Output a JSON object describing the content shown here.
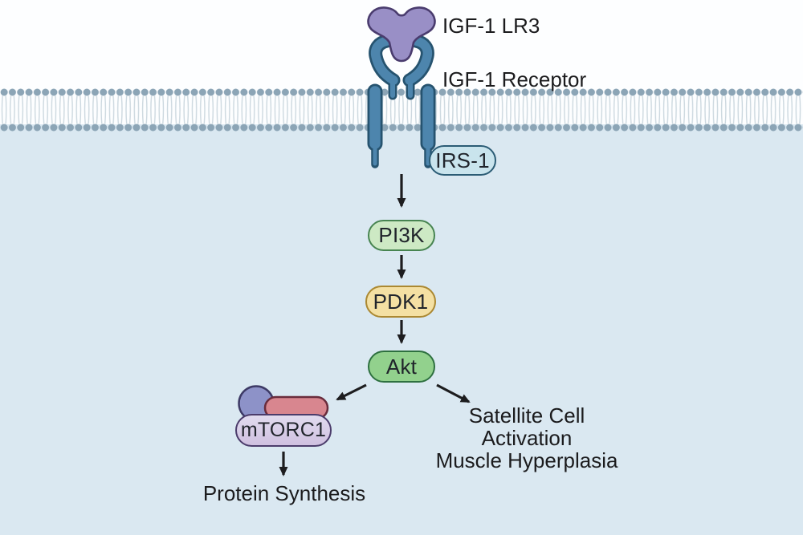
{
  "diagram": {
    "labels": {
      "ligand": "IGF-1 LR3",
      "receptor": "IGF-1 Receptor"
    },
    "nodes": {
      "irs1": "IRS-1",
      "pi3k": "PI3K",
      "pdk1": "PDK1",
      "akt": "Akt",
      "mtorc1": "mTORC1"
    },
    "outcomes": {
      "satellite_line1": "Satellite Cell",
      "satellite_line2": "Activation",
      "satellite_line3": "Muscle Hyperplasia",
      "protein_synthesis": "Protein Synthesis"
    },
    "edges": [
      {
        "from": "IGF-1 Receptor / IRS-1",
        "to": "PI3K"
      },
      {
        "from": "PI3K",
        "to": "PDK1"
      },
      {
        "from": "PDK1",
        "to": "Akt"
      },
      {
        "from": "Akt",
        "to": "mTORC1"
      },
      {
        "from": "Akt",
        "to": "Satellite Cell Activation / Muscle Hyperplasia"
      },
      {
        "from": "mTORC1",
        "to": "Protein Synthesis"
      }
    ],
    "colors": {
      "extracellular_bg": "#fdfeff",
      "cytoplasm_bg": "#dae8f1",
      "membrane_head": "#8ca5b6",
      "membrane_tail": "#ccd8df",
      "receptor_blue": "#4d85ad",
      "receptor_outline": "#26536f",
      "ligand_purple": "#998fc6",
      "ligand_outline": "#4a3c6e",
      "irs1_fill": "#c9e4ed",
      "pi3k_fill": "#cde9c4",
      "pdk1_fill": "#f4e0a3",
      "akt_fill": "#92d18d",
      "mtorc1_pill_fill": "#d7cbe6",
      "mtorc1_circle_fill": "#8d92c8",
      "mtorc1_bar_fill": "#d8868f",
      "arrow": "#1d1d1f"
    }
  }
}
